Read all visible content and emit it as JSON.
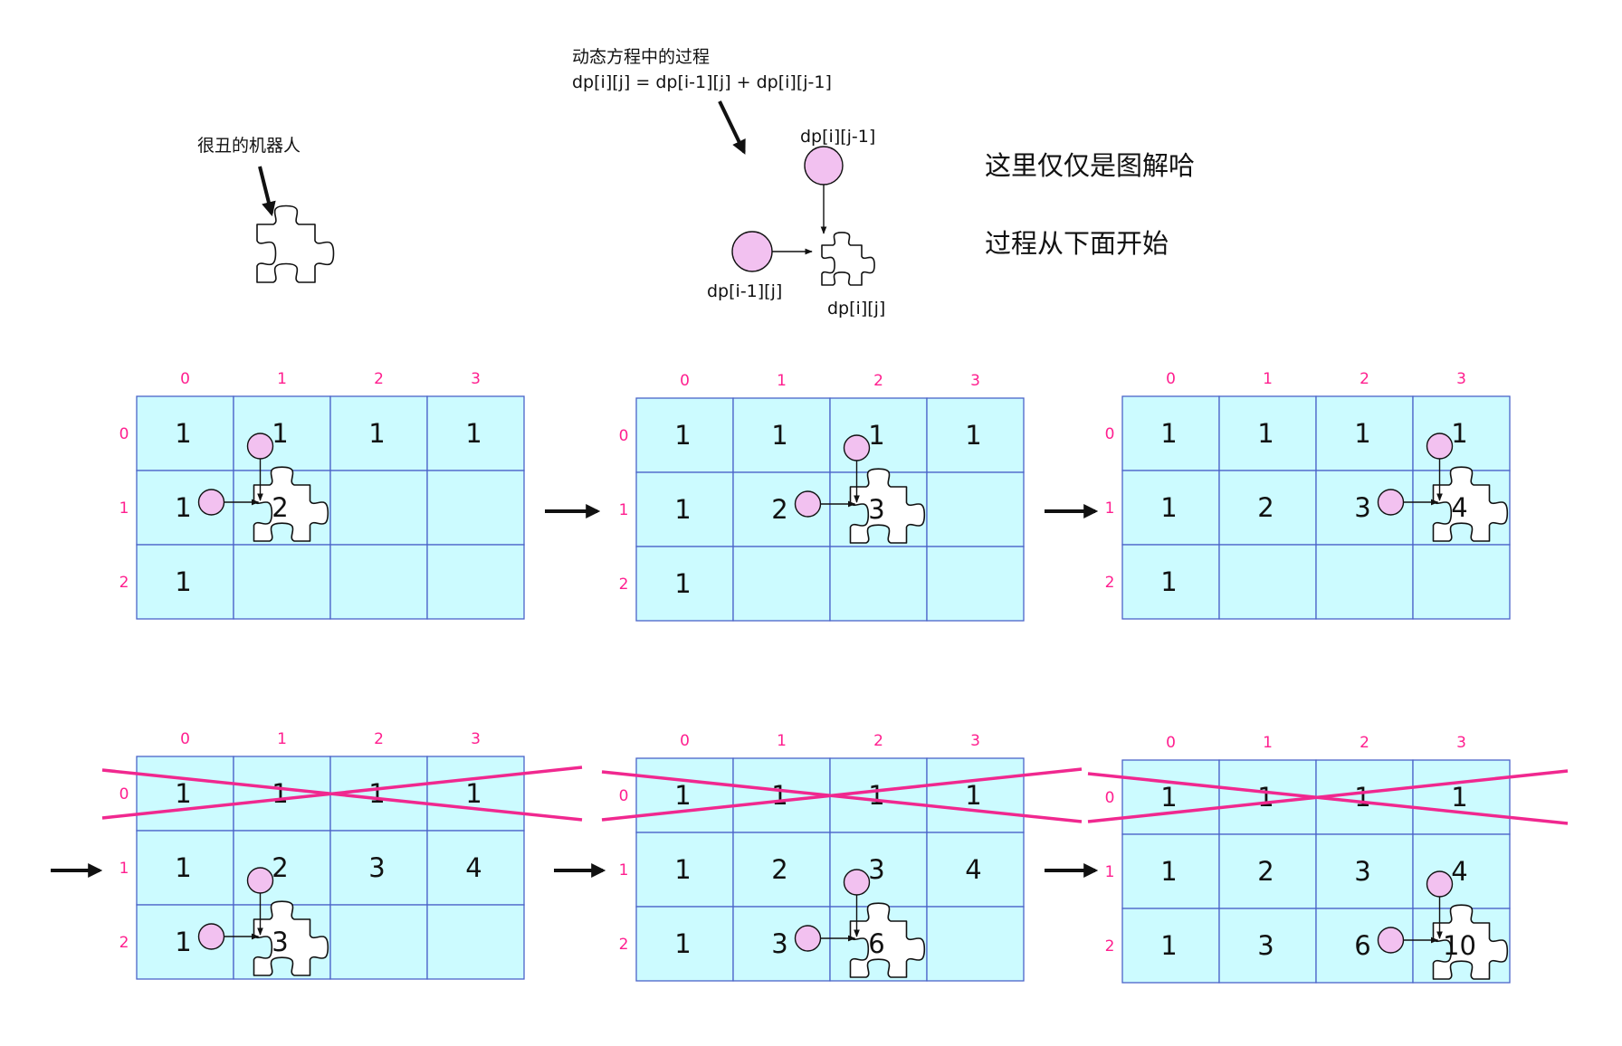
{
  "intro": {
    "robot_label": "很丑的机器人",
    "formula_title": "动态方程中的过程",
    "formula": "dp[i][j] = dp[i-1][j] + dp[i][j-1]",
    "note_1": "这里仅仅是图解哈",
    "note_2": "过程从下面开始",
    "legend_top": "dp[i][j-1]",
    "legend_left": "dp[i-1][j]",
    "legend_current": "dp[i][j]"
  },
  "colors": {
    "cell_fill": "#ccfbff",
    "cell_border": "#4a63c8",
    "index_color": "#ff1f8f",
    "strike_color": "#f0288f",
    "circle_fill": "#f2c1f0",
    "arrow": "#111111"
  },
  "icons": {
    "robot": "puzzle-piece-icon",
    "dependency": "pink-circle-icon",
    "flow": "right-arrow-icon"
  },
  "col_headers": [
    "0",
    "1",
    "2",
    "3"
  ],
  "row_headers": [
    "0",
    "1",
    "2"
  ],
  "grids": [
    {
      "cells": [
        [
          "1",
          "1",
          "1",
          "1"
        ],
        [
          "1",
          "2",
          "",
          ""
        ],
        [
          "1",
          "",
          "",
          ""
        ]
      ],
      "current": [
        1,
        1
      ],
      "struck_row": null
    },
    {
      "cells": [
        [
          "1",
          "1",
          "1",
          "1"
        ],
        [
          "1",
          "2",
          "3",
          ""
        ],
        [
          "1",
          "",
          "",
          ""
        ]
      ],
      "current": [
        1,
        2
      ],
      "struck_row": null
    },
    {
      "cells": [
        [
          "1",
          "1",
          "1",
          "1"
        ],
        [
          "1",
          "2",
          "3",
          "4"
        ],
        [
          "1",
          "",
          "",
          ""
        ]
      ],
      "current": [
        1,
        3
      ],
      "struck_row": null
    },
    {
      "cells": [
        [
          "1",
          "1",
          "1",
          "1"
        ],
        [
          "1",
          "2",
          "3",
          "4"
        ],
        [
          "1",
          "3",
          "",
          ""
        ]
      ],
      "current": [
        2,
        1
      ],
      "struck_row": 0
    },
    {
      "cells": [
        [
          "1",
          "1",
          "1",
          "1"
        ],
        [
          "1",
          "2",
          "3",
          "4"
        ],
        [
          "1",
          "3",
          "6",
          ""
        ]
      ],
      "current": [
        2,
        2
      ],
      "struck_row": 0
    },
    {
      "cells": [
        [
          "1",
          "1",
          "1",
          "1"
        ],
        [
          "1",
          "2",
          "3",
          "4"
        ],
        [
          "1",
          "3",
          "6",
          "10"
        ]
      ],
      "current": [
        2,
        3
      ],
      "struck_row": 0
    }
  ]
}
